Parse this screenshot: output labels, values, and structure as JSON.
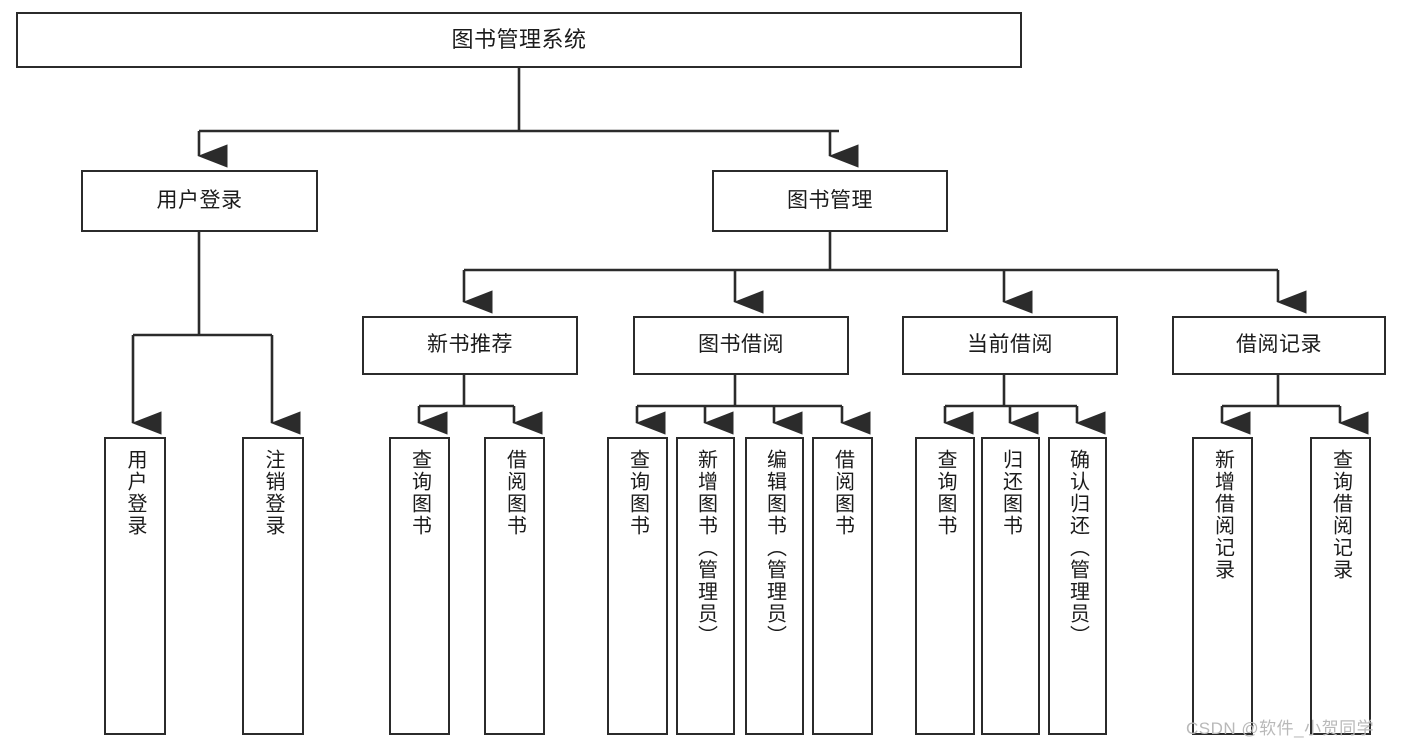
{
  "diagram": {
    "title": "图书管理系统",
    "type": "tree",
    "watermark": "CSDN @软件_小贺同学",
    "colors": {
      "box_border": "#2b2b2b",
      "box_fill": "#ffffff",
      "connector": "#2b2b2b",
      "text": "#1b1b1b",
      "watermark": "#b9b9b9",
      "background": "#ffffff"
    },
    "root": {
      "label": "图书管理系统"
    },
    "level1": [
      {
        "label": "用户登录"
      },
      {
        "label": "图书管理"
      }
    ],
    "level2": [
      {
        "label": "新书推荐"
      },
      {
        "label": "图书借阅"
      },
      {
        "label": "当前借阅"
      },
      {
        "label": "借阅记录"
      }
    ],
    "leaves": {
      "user_login": [
        {
          "label": "用户登录"
        },
        {
          "label": "注销登录"
        }
      ],
      "new_book_recommend": [
        {
          "label": "查询图书"
        },
        {
          "label": "借阅图书"
        }
      ],
      "book_borrow": [
        {
          "label": "查询图书"
        },
        {
          "label": "新增图书（管理员）"
        },
        {
          "label": "编辑图书（管理员）"
        },
        {
          "label": "借阅图书"
        }
      ],
      "current_borrow": [
        {
          "label": "查询图书"
        },
        {
          "label": "归还图书"
        },
        {
          "label": "确认归还（管理员）"
        }
      ],
      "borrow_records": [
        {
          "label": "新增借阅记录"
        },
        {
          "label": "查询借阅记录"
        }
      ]
    }
  }
}
